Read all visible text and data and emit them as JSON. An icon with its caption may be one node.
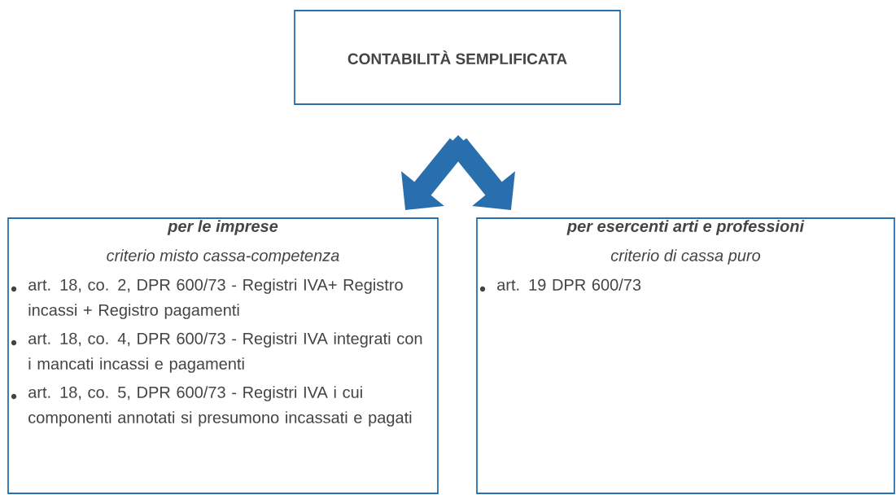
{
  "diagram": {
    "nodes": [
      {
        "text": [
          "CONTABILITÀ SEMPLIFICATA"
        ]
      },
      {
        "text": [
          "per le imprese",
          "criterio misto cassa-competenza",
          "art. 18, co. 2, DPR 600/73 - Registri IVA+ Registro incassi + Registro pagamenti",
          "art. 18, co. 4, DPR 600/73 - Registri IVA integrati con i mancati incassi e pagamenti",
          "art. 18, co. 5, DPR 600/73 - Registri IVA i cui componenti annotati si presumono incassati e pagati"
        ]
      },
      {
        "text": [
          "per esercenti arti e professioni",
          "criterio di cassa puro",
          "art. 19 DPR 600/73"
        ]
      }
    ],
    "edges": [
      {
        "from": 0,
        "to": 1,
        "arrow": "to"
      },
      {
        "from": 0,
        "to": 2,
        "arrow": "to"
      }
    ]
  }
}
